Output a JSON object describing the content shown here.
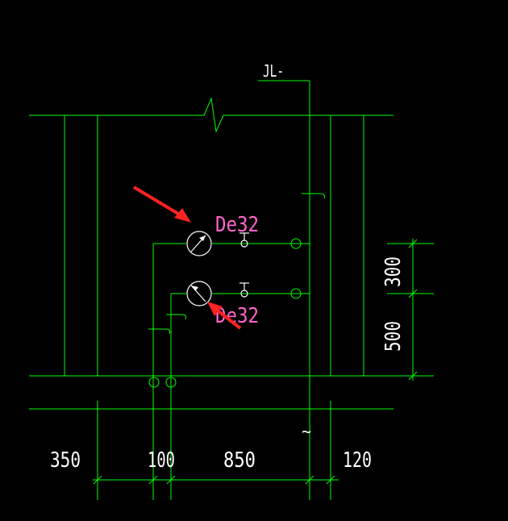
{
  "colors": {
    "background": "#000000",
    "lines": "#00ff00",
    "dimension_text": "#ffffff",
    "pipe_label": "#ff66cc",
    "arrow": "#ff2222",
    "meter": "#ffffff"
  },
  "drawing": {
    "riser_label": "JL-",
    "pipe_labels": {
      "upper": "De32",
      "lower": "De32"
    },
    "dimensions_bottom": [
      "350",
      "100",
      "850",
      "120"
    ],
    "dimensions_right": [
      "300",
      "500"
    ],
    "break_symbol": "~"
  },
  "icons": {
    "water_meter": "water-meter-icon",
    "valve": "gate-valve-icon",
    "pipe_end": "pipe-circle-icon",
    "arrow": "red-arrow-icon"
  }
}
